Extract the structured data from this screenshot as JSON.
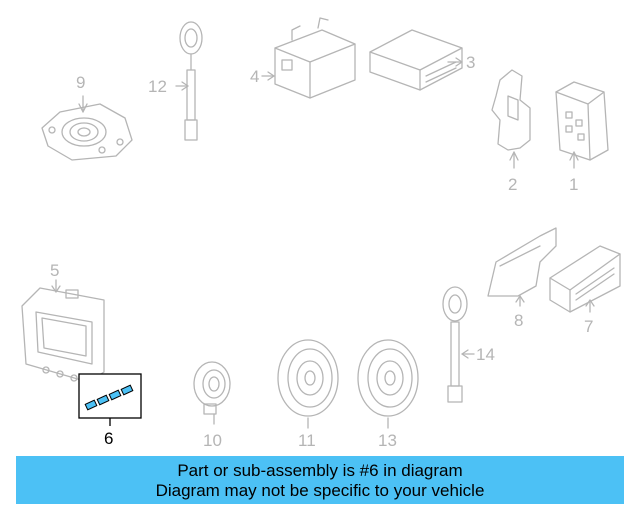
{
  "callouts": {
    "c1": "1",
    "c2": "2",
    "c3": "3",
    "c4": "4",
    "c5": "5",
    "c6": "6",
    "c7": "7",
    "c8": "8",
    "c9": "9",
    "c10": "10",
    "c11": "11",
    "c12": "12",
    "c13": "13",
    "c14": "14"
  },
  "highlighted_part": "6",
  "banner": {
    "line1": "Part or sub-assembly is #6 in diagram",
    "line2": "Diagram may not be specific to your vehicle"
  },
  "colors": {
    "banner_background": "#4cc1f5",
    "part_outline": "#b5b5b5",
    "highlight": "#4cc1f5",
    "highlight_outline": "#000000"
  }
}
